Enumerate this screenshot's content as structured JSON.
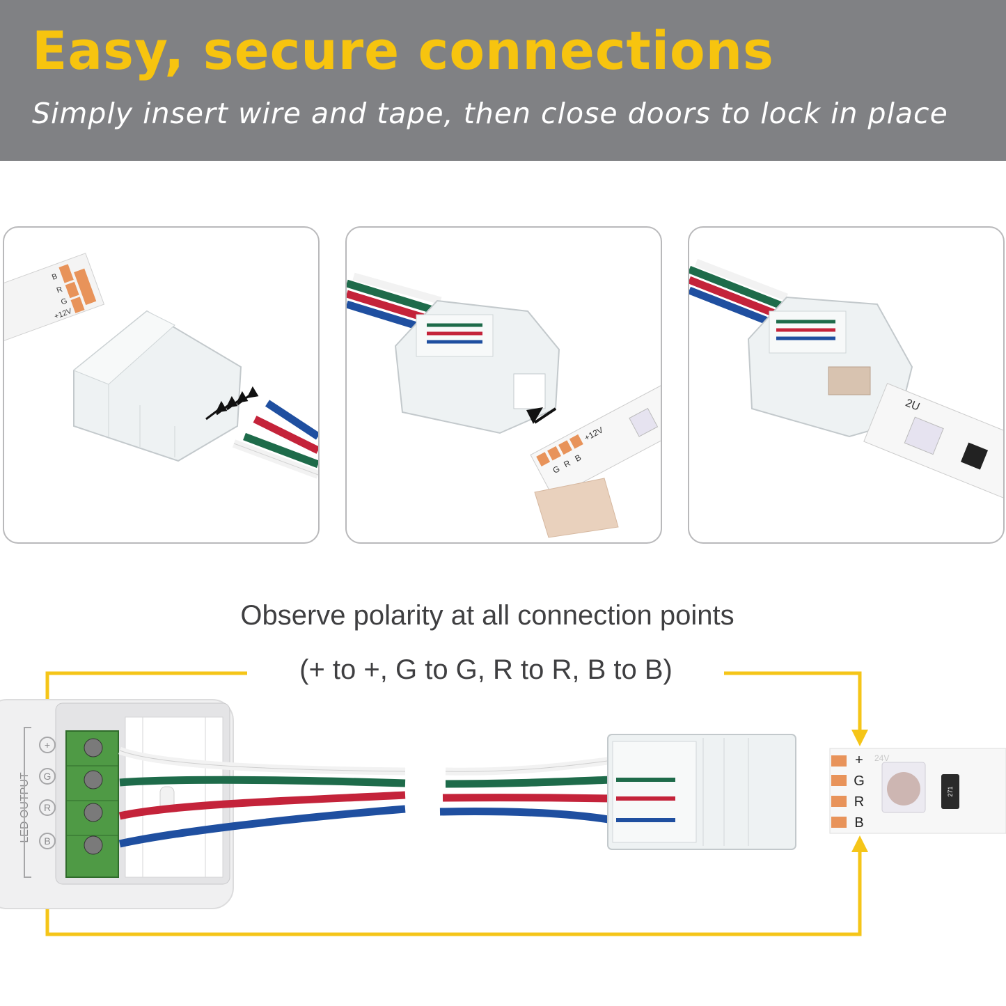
{
  "header": {
    "title": "Easy, secure connections",
    "subtitle": "Simply insert wire and tape, then close doors to lock in place"
  },
  "steps": [
    {
      "pad_labels": [
        "B",
        "R",
        "G",
        "+12V"
      ]
    },
    {
      "pad_labels": [
        "+12V",
        "G",
        "R",
        "B"
      ]
    },
    {
      "strip_label": "2U"
    }
  ],
  "polarity": {
    "line1": "Observe polarity at all connection points",
    "line2": "(+ to +, G to G, R to R, B to B)"
  },
  "controller": {
    "label": "LED OUTPUT",
    "terminals": [
      "+",
      "G",
      "R",
      "B"
    ]
  },
  "strip": {
    "voltage": "24V",
    "pads": [
      "+",
      "G",
      "R",
      "B"
    ],
    "resistor": "271"
  },
  "colors": {
    "header_bg": "#808184",
    "title": "#f7c40f",
    "arrow": "#f5c518",
    "wire_white": "#f2f2f2",
    "wire_green": "#1e6b4a",
    "wire_red": "#c4233a",
    "wire_blue": "#1f4fa0",
    "copper_pad": "#e8935a"
  }
}
